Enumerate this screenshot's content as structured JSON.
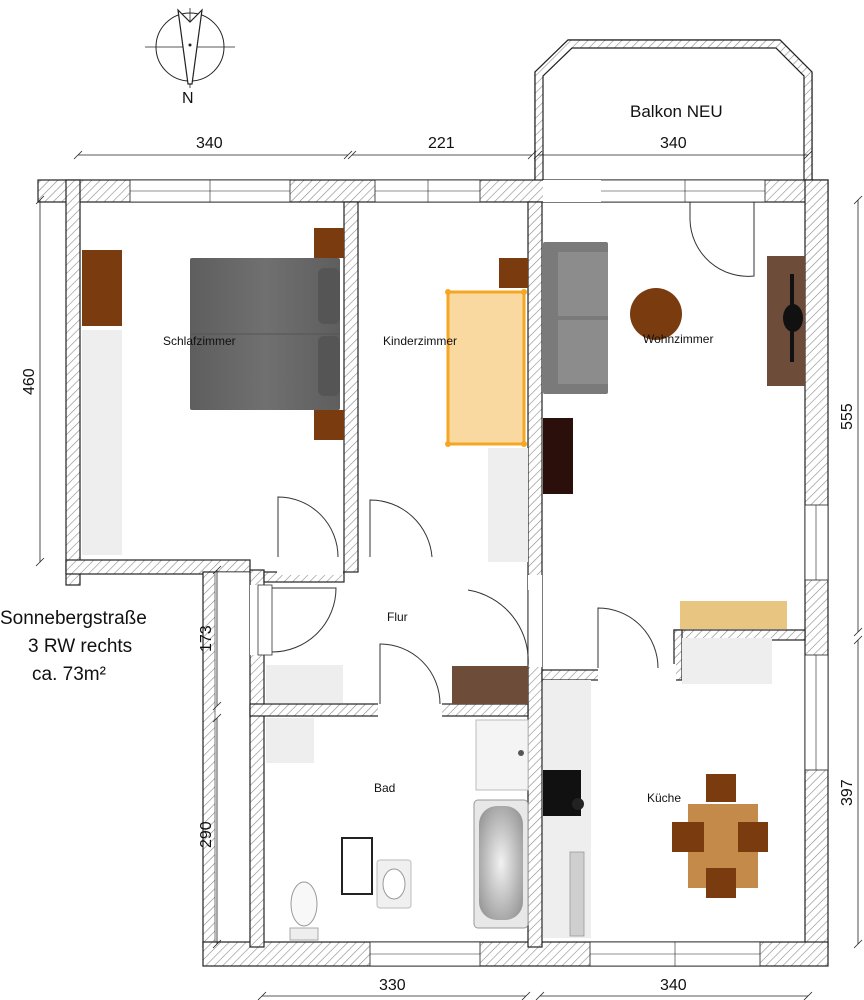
{
  "compass": {
    "label": "N"
  },
  "address": {
    "line1": "Sonnebergstraße",
    "line2": "3 RW rechts",
    "line3": "ca. 73m²"
  },
  "rooms": {
    "schlafzimmer": "Schlafzimmer",
    "kinderzimmer": "Kinderzimmer",
    "wohnzimmer": "Wohnzimmer",
    "flur": "Flur",
    "bad": "Bad",
    "kueche": "Küche",
    "balkon": "Balkon NEU"
  },
  "dimensions": {
    "top_schlafzimmer": "340",
    "top_kinderzimmer": "221",
    "top_wohnzimmer": "340",
    "left_schlafzimmer": "460",
    "left_flur": "173",
    "left_bad": "290",
    "right_wohnzimmer": "555",
    "right_kueche": "397",
    "bottom_bad": "330",
    "bottom_kueche": "340"
  },
  "colors": {
    "wall_hatch": "#999999",
    "bed": "#666666",
    "wood_dark": "#7a3b0e",
    "wood_mid": "#6e4c3a",
    "highlight": "#f5a623",
    "highlight_fill": "#fad9a0",
    "table": "#c48a4a",
    "cabinet": "#eeeeee"
  }
}
